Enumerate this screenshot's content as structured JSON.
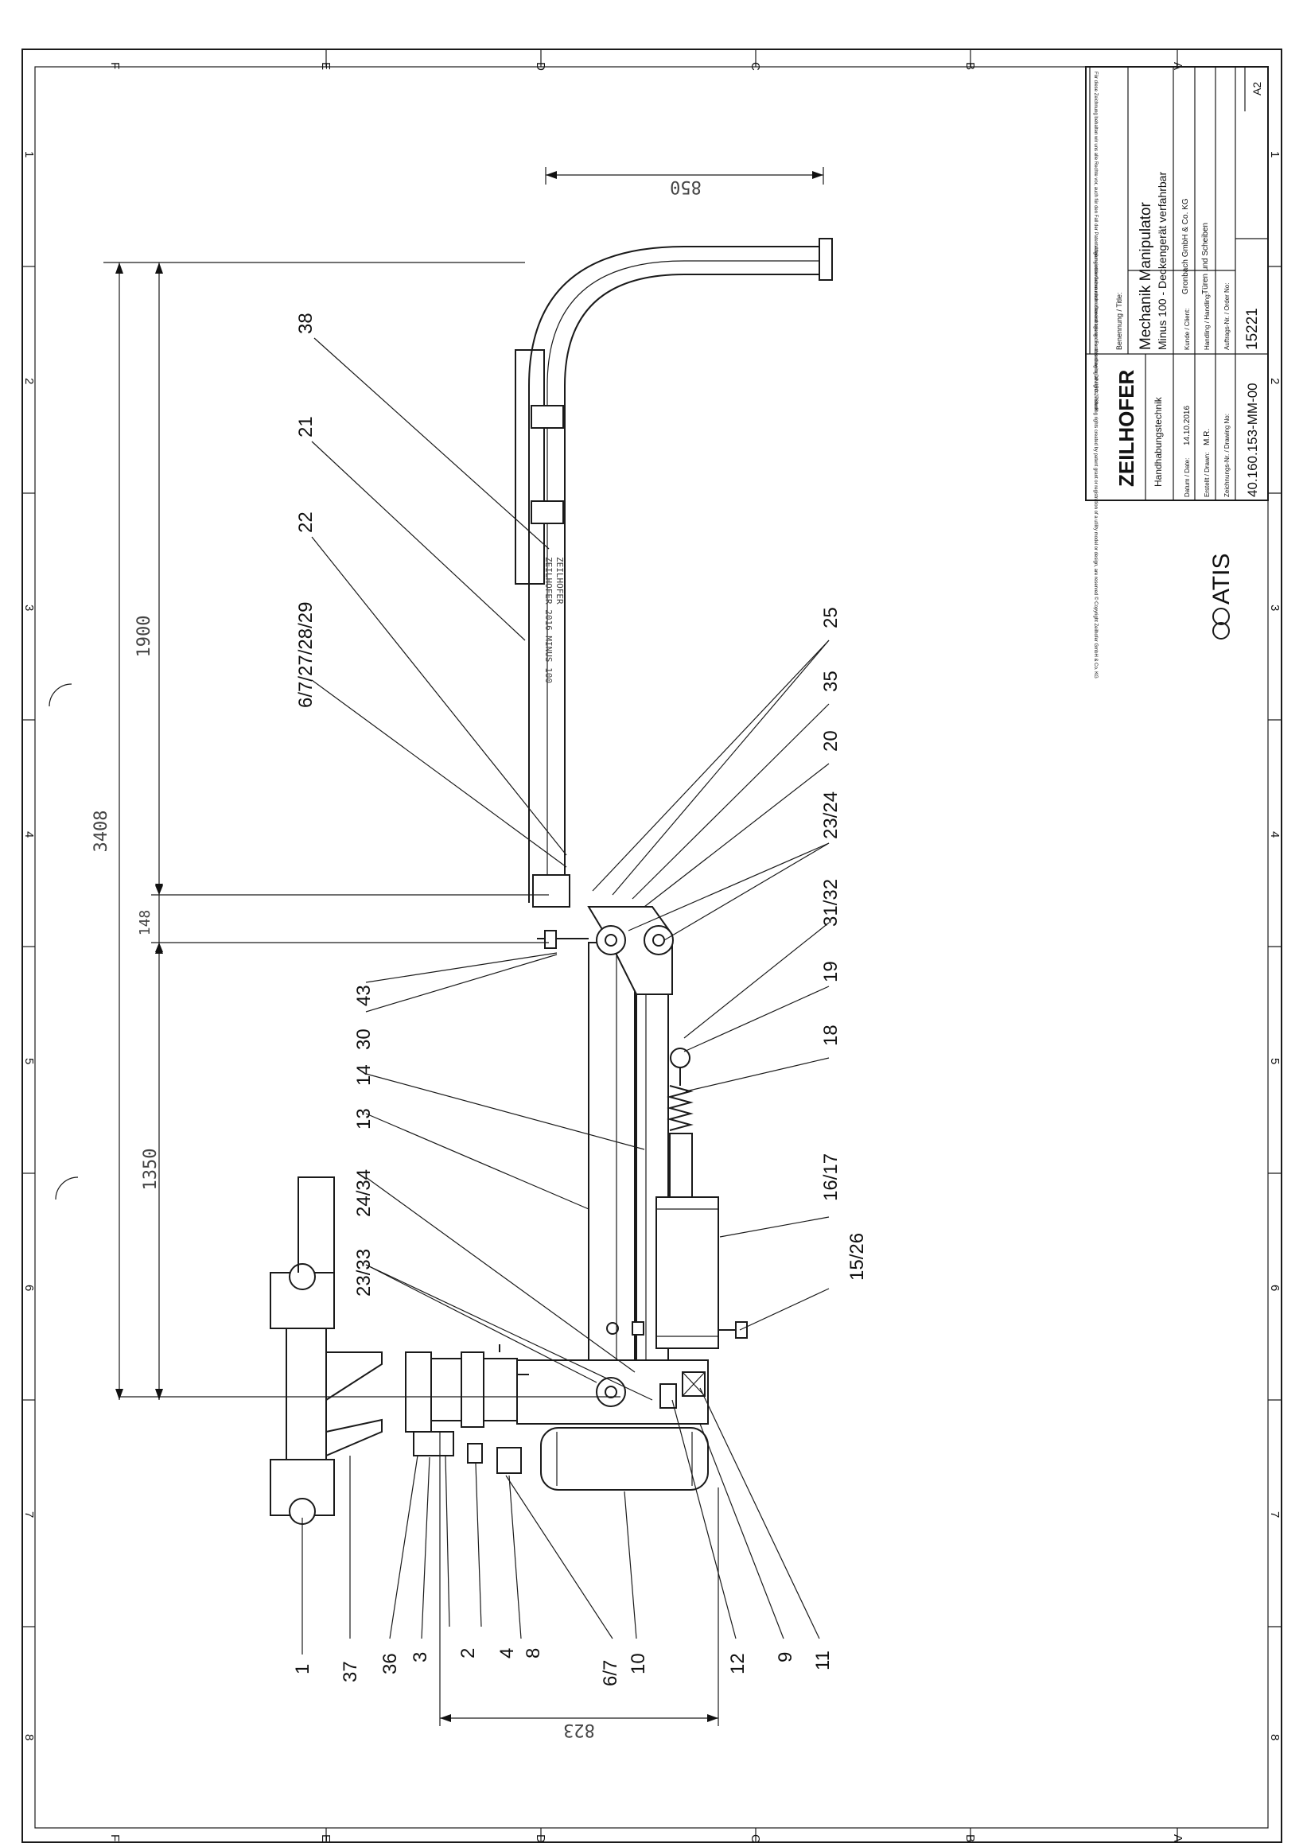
{
  "border": {
    "columns_top": [
      "F",
      "E",
      "D",
      "C",
      "B",
      "A"
    ],
    "columns_bottom": [
      "F",
      "E",
      "D",
      "C",
      "B",
      "A"
    ],
    "rows_left": [
      "1",
      "2",
      "3",
      "4",
      "5",
      "6",
      "7",
      "8"
    ],
    "rows_right": [
      "1",
      "2",
      "3",
      "4",
      "5",
      "6",
      "7",
      "8"
    ]
  },
  "dimensions": {
    "top_width": "850",
    "overall_height": "3408",
    "upper_arm": "1900",
    "offset": "148",
    "lower_arm": "1350",
    "base_width": "823"
  },
  "callouts": [
    "38",
    "21",
    "22",
    "6/7/27/28/29",
    "25",
    "35",
    "20",
    "23/24",
    "31/32",
    "19",
    "18",
    "43",
    "30",
    "14",
    "13",
    "24/34",
    "23/33",
    "16/17",
    "15/26",
    "1",
    "37",
    "36",
    "3",
    "2",
    "4",
    "8",
    "6/7",
    "10",
    "12",
    "9",
    "11"
  ],
  "pipe_text": [
    "ZEILHOFER 2016 MINUS 100",
    "ZEILHOFER"
  ],
  "title_block": {
    "legal_note": "Für diese Zeichnung behalten wir uns alle Rechte vor, auch für den Fall der Patenterteilung oder Gebrauchsmustereintragung / For this drawing all rights, including rights created by patent grant or registration of a utility model or design, are reserved © Copyright Zeilhofer GmbH & Co. KG",
    "tolerance_note": "Allgemeintoleranzen nach / General tolerances according to DIN ISO 2768mK",
    "logo": "ZEILHOFER",
    "logo_sub": "Handhabungstechnik",
    "title_label": "Benennung / Title:",
    "title_1": "Mechanik Manipulator",
    "title_2": "Minus 100 - Deckengerät verfahrbar",
    "date_label": "Datum / Date:",
    "date_value": "14.10.2016",
    "drawn_label": "Erstellt / Drawn:",
    "drawn_value": "M.R.",
    "client_label": "Kunde / Client:",
    "client_value": "Gronbach GmbH & Co. KG",
    "handling_label": "Handling / Handling:",
    "handling_value": "Türen und Scheiben",
    "drawing_no_label": "Zeichnungs-Nr. / Drawing No:",
    "drawing_no": "40.160.153-MM-00",
    "order_no_label": "Auftrags-Nr. / Order No:",
    "order_no": "15221",
    "format": "A2"
  },
  "stamp": "ATIS"
}
